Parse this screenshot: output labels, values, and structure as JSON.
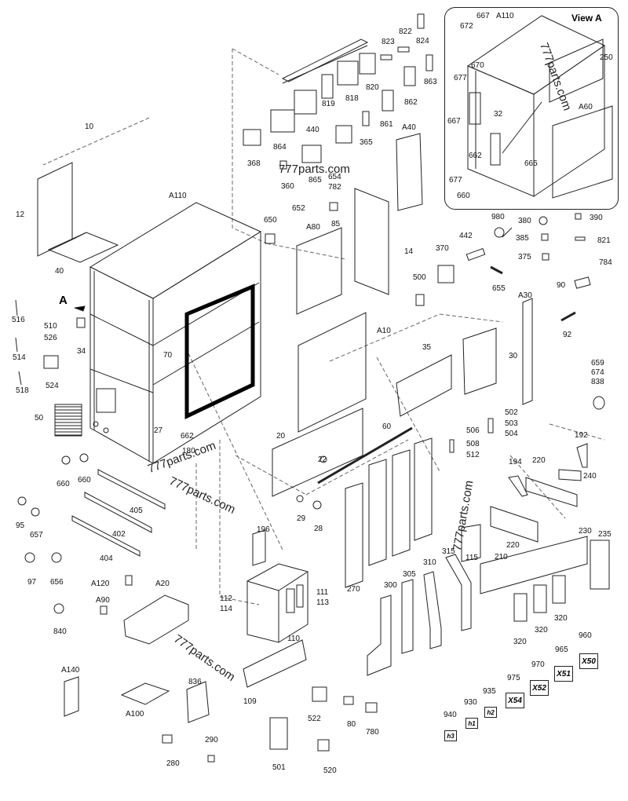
{
  "view_a": {
    "title": "View A"
  },
  "arrow_label": "A",
  "watermarks": [
    "777parts.com",
    "777parts.com",
    "777parts.com",
    "777parts.com",
    "777parts.com",
    "777parts.com"
  ],
  "tags": {
    "x54": "X54",
    "x52": "X52",
    "x51": "X51",
    "x50": "X50",
    "h3": "h3",
    "h1": "h1",
    "h2": "h2"
  },
  "part_labels": {
    "p10": "10",
    "p12": "12",
    "p40": "40",
    "pA110": "A110",
    "p34": "34",
    "p516": "516",
    "p510": "510",
    "p526": "526",
    "p524": "524",
    "p514": "514",
    "p518": "518",
    "p50": "50",
    "p70": "70",
    "p27": "27",
    "p662": "662",
    "p180": "180",
    "p660a": "660",
    "p660b": "660",
    "p95": "95",
    "p657": "657",
    "p97": "97",
    "p656": "656",
    "p840": "840",
    "p405": "405",
    "p402": "402",
    "p404": "404",
    "pA120": "A120",
    "pA20": "A20",
    "pA90": "A90",
    "pA140": "A140",
    "pA100": "A100",
    "p836": "836",
    "p290": "290",
    "p280": "280",
    "p368": "368",
    "p864": "864",
    "p440": "440",
    "p819": "819",
    "p818": "818",
    "p820": "820",
    "p822": "822",
    "p823": "823",
    "p824": "824",
    "p862": "862",
    "p863": "863",
    "p861": "861",
    "p365": "365",
    "p360": "360",
    "p865": "865",
    "p654": "654",
    "p782": "782",
    "p652": "652",
    "p85": "85",
    "p650": "650",
    "pA80": "A80",
    "pA40": "A40",
    "p14": "14",
    "pA10": "A10",
    "p20": "20",
    "p22": "22",
    "p29": "29",
    "p28": "28",
    "p60": "60",
    "p35": "35",
    "p30": "30",
    "pA30": "A30",
    "p980": "980",
    "p442": "442",
    "p370": "370",
    "p500": "500",
    "p655": "655",
    "p380": "380",
    "p390": "390",
    "p385": "385",
    "p821": "821",
    "p375": "375",
    "p784": "784",
    "p90": "90",
    "p92": "92",
    "p659": "659",
    "p674": "674",
    "p838": "838",
    "p502": "502",
    "p503": "503",
    "p504": "504",
    "p506": "506",
    "p508": "508",
    "p512": "512",
    "p192": "192",
    "p194": "194",
    "p220a": "220",
    "p240": "240",
    "p220b": "220",
    "p230": "230",
    "p235": "235",
    "p210": "210",
    "p115": "115",
    "p315": "315",
    "p310": "310",
    "p305": "305",
    "p300": "300",
    "p270": "270",
    "p320a": "320",
    "p320b": "320",
    "p320c": "320",
    "p196": "196",
    "p112": "112",
    "p114": "114",
    "p111": "111",
    "p113": "113",
    "p110": "110",
    "p109": "109",
    "p522": "522",
    "p80": "80",
    "p780": "780",
    "p501": "501",
    "p520": "520",
    "p975": "975",
    "p970": "970",
    "p965": "965",
    "p960": "960",
    "p940": "940",
    "p930": "930",
    "p935": "935",
    "v667a": "667",
    "v672": "672",
    "vA110": "A110",
    "v250": "250",
    "v670": "670",
    "v677a": "677",
    "v32": "32",
    "vA60": "A60",
    "v667b": "667",
    "v662": "662",
    "v665": "665",
    "v677b": "677",
    "v660": "660"
  },
  "colors": {
    "line": "#222222",
    "frame": "#000000",
    "panel_fill": "#ffffff"
  }
}
